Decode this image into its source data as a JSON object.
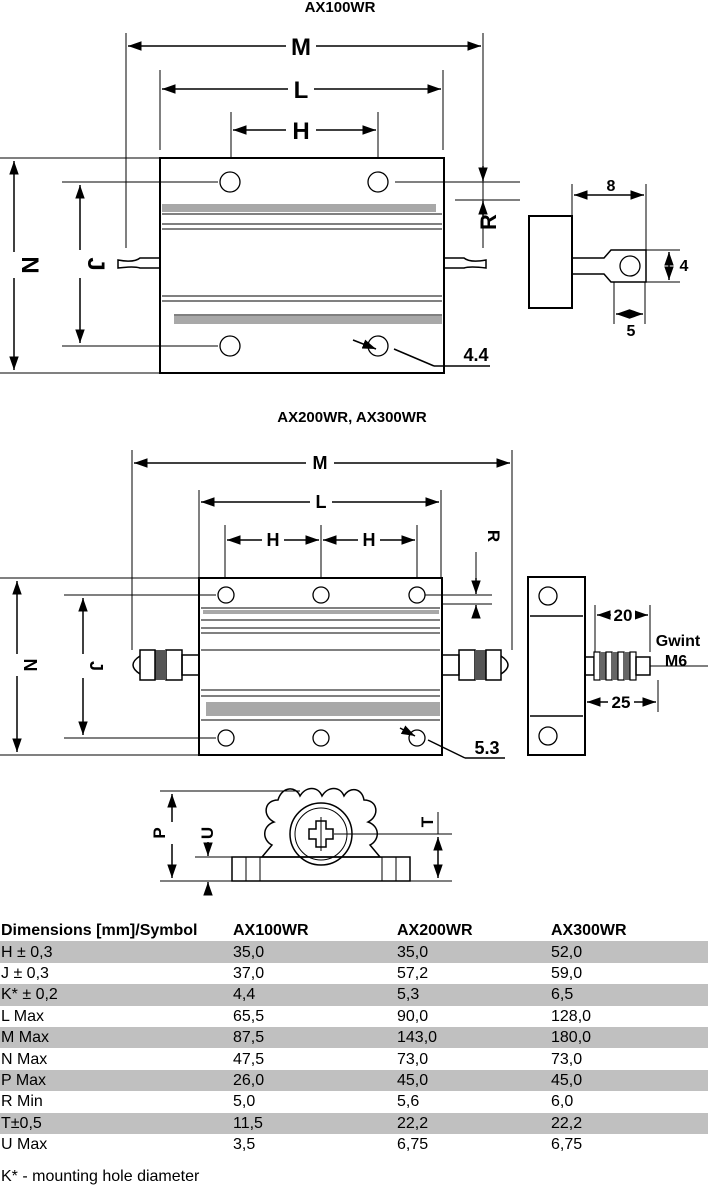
{
  "titles": {
    "ax100": "AX100WR",
    "ax200_300": "AX200WR, AX300WR"
  },
  "dims_top": {
    "M": "M",
    "L": "L",
    "H": "H",
    "N": "N",
    "J": "J",
    "R": "R",
    "hole": "4.4",
    "side_8": "8",
    "side_4": "4",
    "side_5": "5"
  },
  "dims_mid": {
    "M": "M",
    "L": "L",
    "H1": "H",
    "H2": "H",
    "N": "N",
    "J": "J",
    "R": "R",
    "hole": "5.3",
    "side_20": "20",
    "side_25": "25",
    "gwint": "Gwint",
    "m6": "M6"
  },
  "dims_profile": {
    "P": "P",
    "U": "U",
    "T": "T"
  },
  "table": {
    "headers": [
      "Dimensions [mm]/Symbol",
      "AX100WR",
      "AX200WR",
      "AX300WR"
    ],
    "rows": [
      [
        "H ± 0,3",
        "35,0",
        "35,0",
        "52,0"
      ],
      [
        "J ± 0,3",
        "37,0",
        "57,2",
        "59,0"
      ],
      [
        "K* ± 0,2",
        "4,4",
        "5,3",
        "6,5"
      ],
      [
        "L Max",
        "65,5",
        "90,0",
        "128,0"
      ],
      [
        "M Max",
        "87,5",
        "143,0",
        "180,0"
      ],
      [
        "N Max",
        "47,5",
        "73,0",
        "73,0"
      ],
      [
        "P Max",
        "26,0",
        "45,0",
        "45,0"
      ],
      [
        "R Min",
        "5,0",
        "5,6",
        "6,0"
      ],
      [
        "T±0,5",
        "11,5",
        "22,2",
        "22,2"
      ],
      [
        "U Max",
        "3,5",
        "6,75",
        "6,75"
      ]
    ]
  },
  "footnote": "K* - mounting hole diameter"
}
